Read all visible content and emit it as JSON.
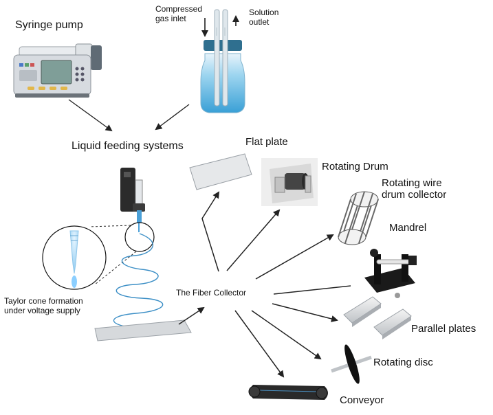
{
  "labels": {
    "syringe_pump": "Syringe pump",
    "compressed_gas_inlet": "Compressed\ngas inlet",
    "solution_outlet": "Solution\noutlet",
    "liquid_feeding_systems": "Liquid feeding systems",
    "flat_plate": "Flat plate",
    "rotating_drum": "Rotating Drum",
    "rotating_wire_drum_collector": "Rotating wire\ndrum collector",
    "mandrel": "Mandrel",
    "taylor_cone": "Taylor cone formation\nunder voltage supply",
    "fiber_collector": "The Fiber Collector",
    "parallel_plates": "Parallel plates",
    "rotating_disc": "Rotating disc",
    "conveyor": "Conveyor"
  },
  "colors": {
    "solution_blue": "#6fc3e8",
    "cap_teal": "#2f6f8f",
    "device_gray": "#c9ccd0",
    "arrow": "#222222"
  }
}
